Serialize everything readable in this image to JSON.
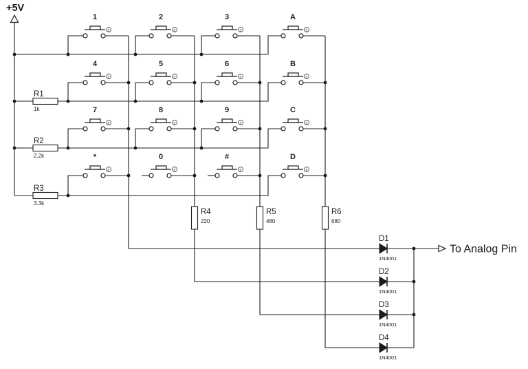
{
  "power": {
    "label": "+5V"
  },
  "output": {
    "label": "To Analog Pin"
  },
  "keypad": {
    "button_glyph": "E",
    "rows": [
      {
        "buttons": [
          "1",
          "2",
          "3",
          "A"
        ]
      },
      {
        "buttons": [
          "4",
          "5",
          "6",
          "B"
        ]
      },
      {
        "buttons": [
          "7",
          "8",
          "9",
          "C"
        ]
      },
      {
        "buttons": [
          "*",
          "0",
          "#",
          "D"
        ]
      }
    ]
  },
  "row_resistors": [
    {
      "ref": "R1",
      "value": "1k"
    },
    {
      "ref": "R2",
      "value": "2.2k"
    },
    {
      "ref": "R3",
      "value": "3.3k"
    }
  ],
  "column_resistors": [
    {
      "ref": "R4",
      "value": "220"
    },
    {
      "ref": "R5",
      "value": "480"
    },
    {
      "ref": "R6",
      "value": "680"
    }
  ],
  "diodes": [
    {
      "ref": "D1",
      "value": "1N4001"
    },
    {
      "ref": "D2",
      "value": "1N4001"
    },
    {
      "ref": "D3",
      "value": "1N4001"
    },
    {
      "ref": "D4",
      "value": "1N4001"
    }
  ],
  "colors": {
    "wire": "#1c1c1c",
    "value_text": "#8c8c8c",
    "background": "#ffffff"
  }
}
